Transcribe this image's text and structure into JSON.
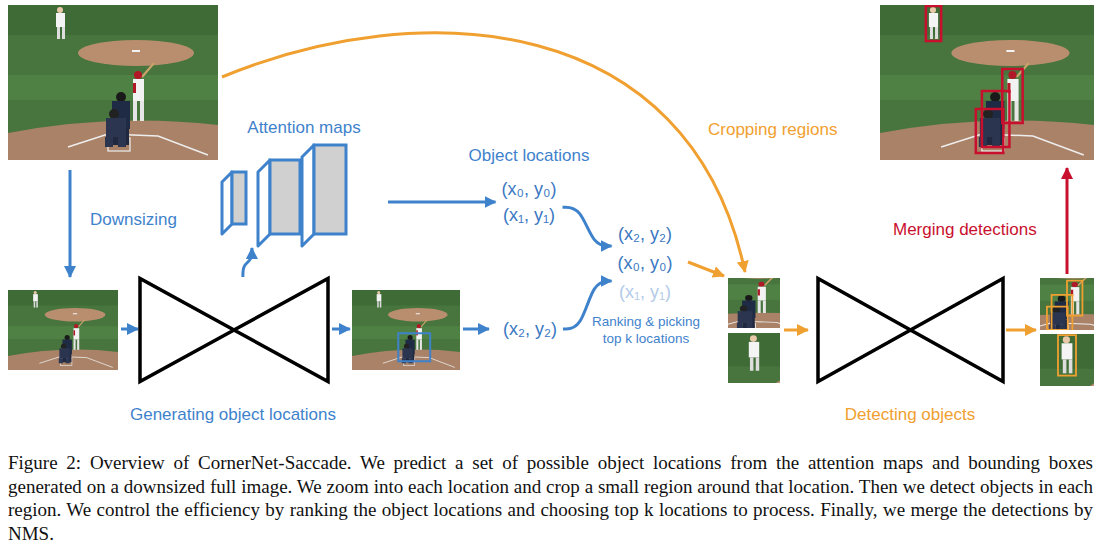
{
  "diagram": {
    "caption": "Figure 2: Overview of CornerNet-Saccade. We predict a set of possible object locations from the attention maps and bounding boxes generated on a downsized full image. We zoom into each location and crop a small region around that location. Then we detect objects in each region. We control the efficiency by ranking the object locations and choosing top k locations to process. Finally, we merge the detections by NMS.",
    "nodes": [
      {
        "text": [
          "Attention maps"
        ]
      },
      {
        "text": [
          "Object locations",
          "(x₀, y₀)",
          "(x₁, y₁)"
        ]
      },
      {
        "text": [
          "(x₂, y₂)"
        ]
      },
      {
        "text": [
          "(x₂, y₂)",
          "(x₀, y₀)",
          "(x₁, y₁)"
        ]
      },
      {
        "text": [
          "Generating object locations"
        ]
      },
      {
        "text": [
          "Detecting objects"
        ]
      }
    ],
    "edges": [
      {
        "from": 0,
        "to": 1,
        "arrow": "to"
      },
      {
        "from": 1,
        "to": 3,
        "arrow": "to"
      },
      {
        "from": 2,
        "to": 3,
        "arrow": "to"
      },
      {
        "from": 4,
        "to": 0,
        "arrow": "to"
      }
    ],
    "labels": [
      "Downsizing",
      "Cropping regions",
      "Merging detections",
      "Ranking & picking top k locations"
    ]
  }
}
